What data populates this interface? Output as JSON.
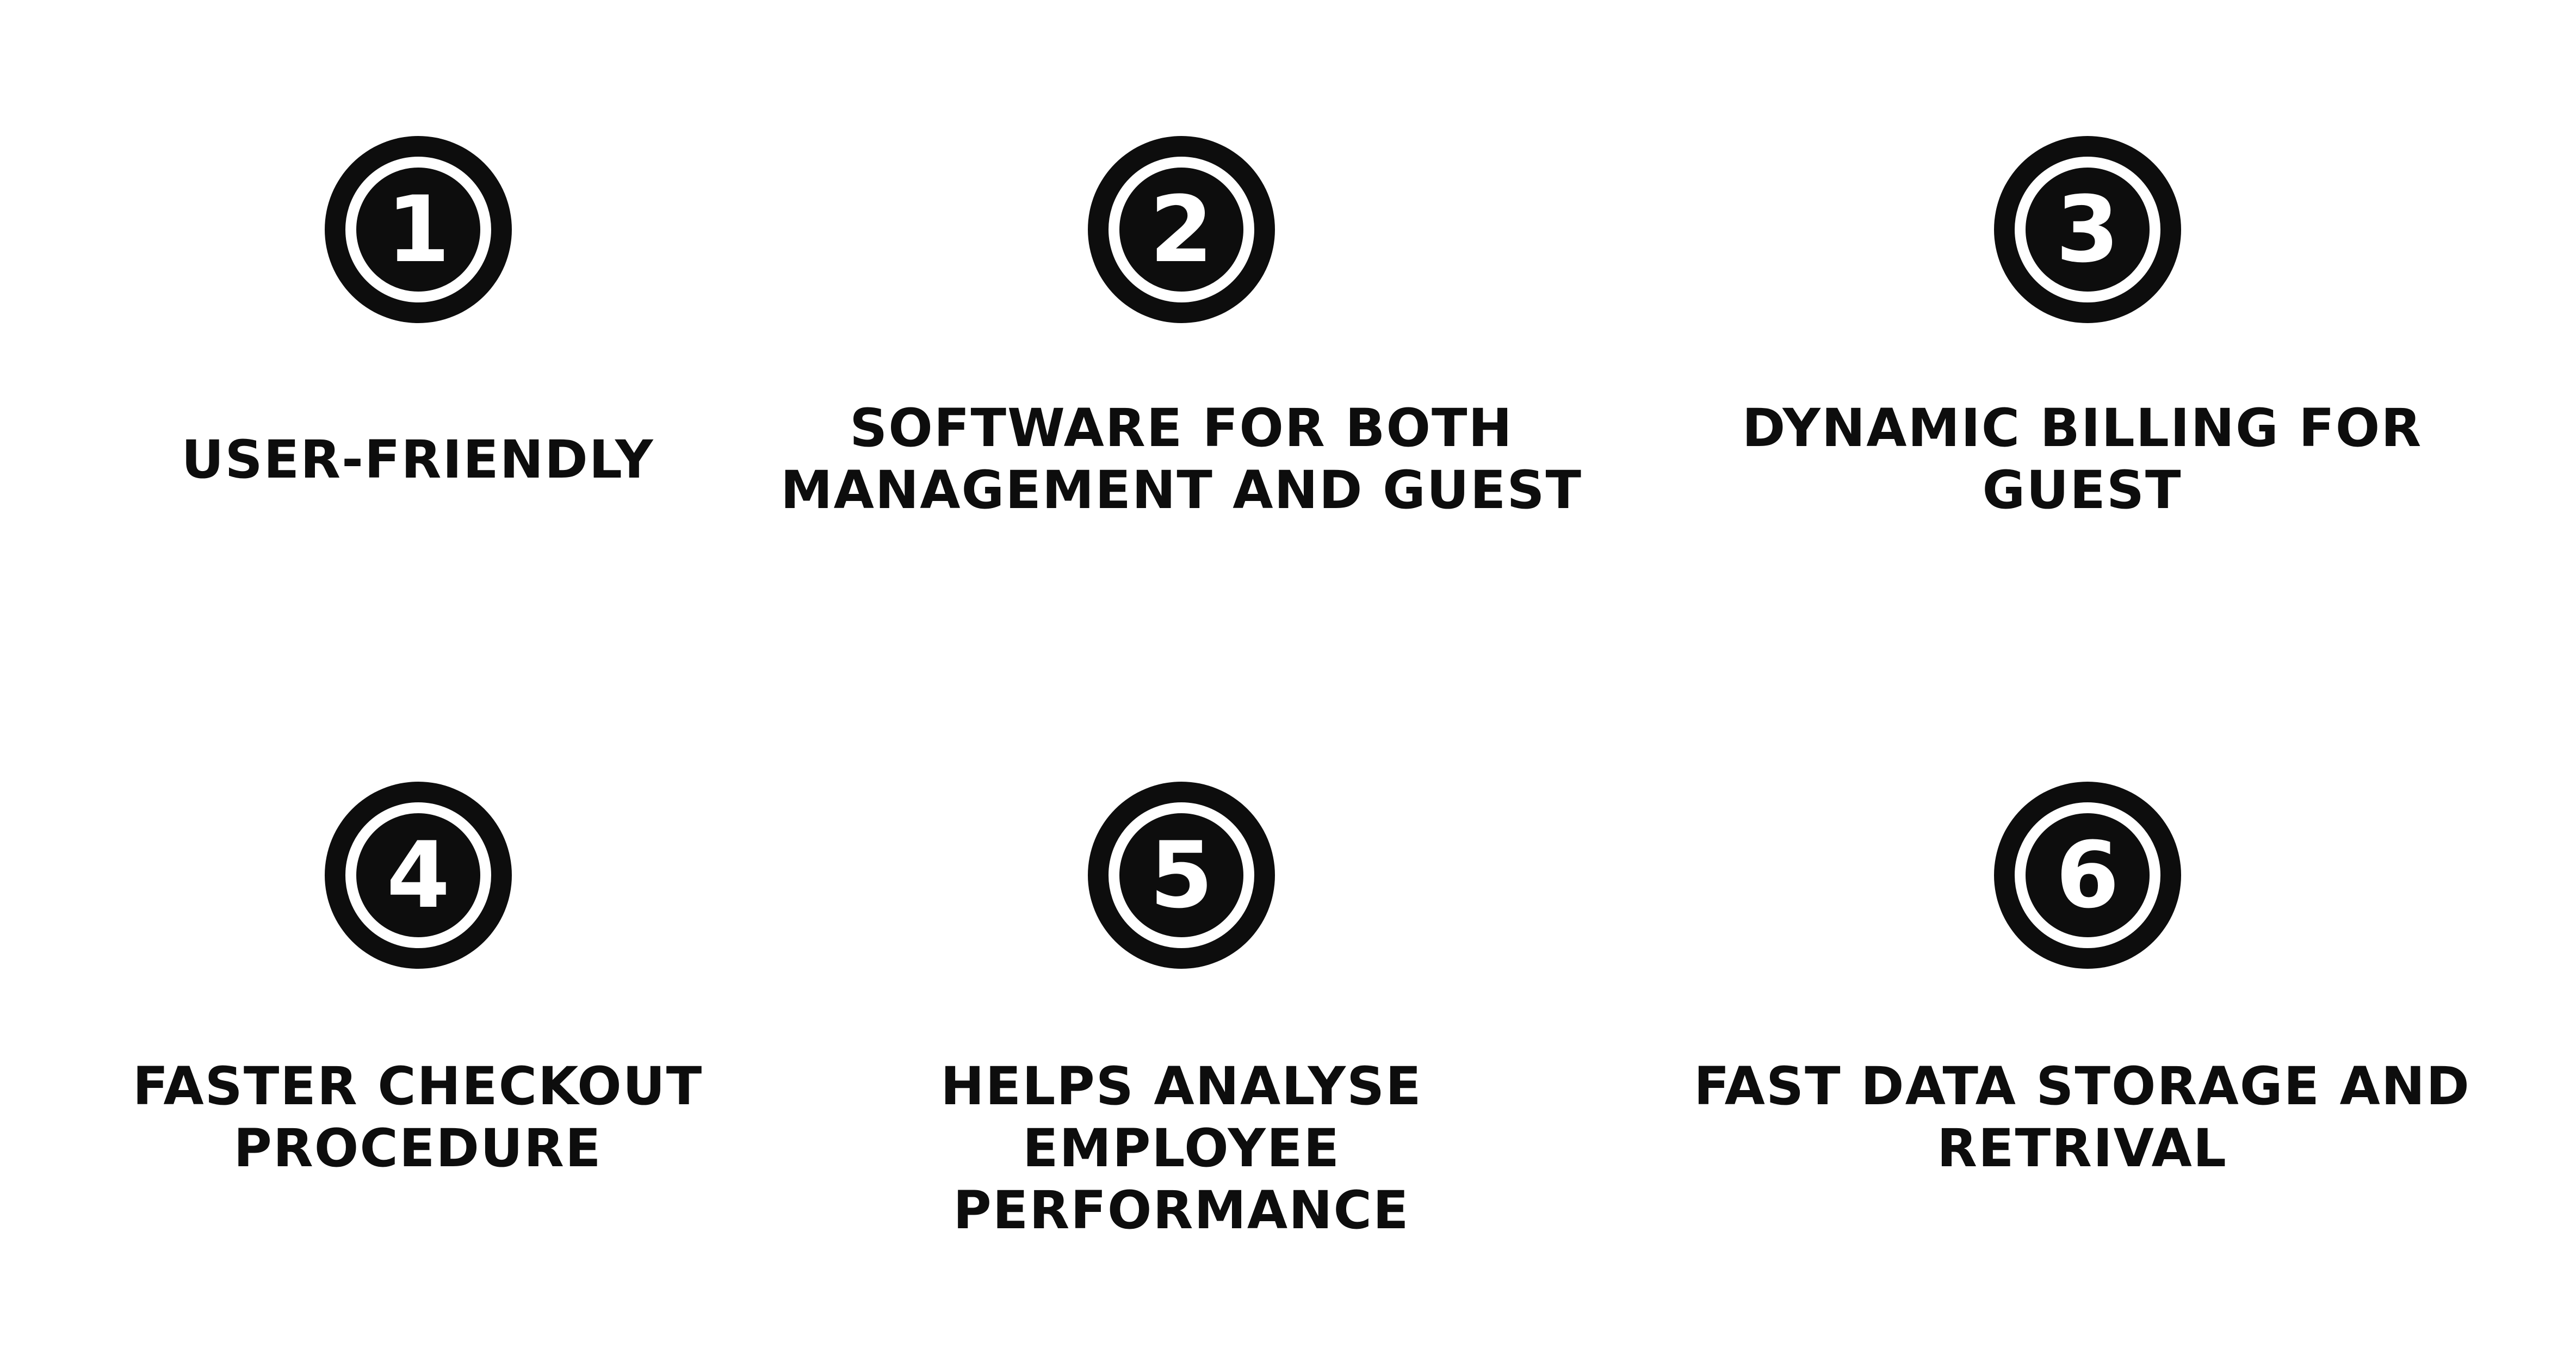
{
  "features": [
    {
      "number": "1",
      "label": "USER-FRIENDLY"
    },
    {
      "number": "2",
      "label": "SOFTWARE FOR BOTH\nMANAGEMENT AND GUEST"
    },
    {
      "number": "3",
      "label": "DYNAMIC BILLING FOR\nGUEST"
    },
    {
      "number": "4",
      "label": "FASTER CHECKOUT\nPROCEDURE"
    },
    {
      "number": "5",
      "label": "HELPS ANALYSE EMPLOYEE\nPERFORMANCE"
    },
    {
      "number": "6",
      "label": "FAST DATA STORAGE AND\nRETRIVAL"
    }
  ],
  "colors": {
    "badge": "#0d0d0d",
    "ring": "#ffffff",
    "text": "#0d0d0d",
    "background": "#ffffff"
  },
  "icons": [
    "number-badge-icon"
  ]
}
